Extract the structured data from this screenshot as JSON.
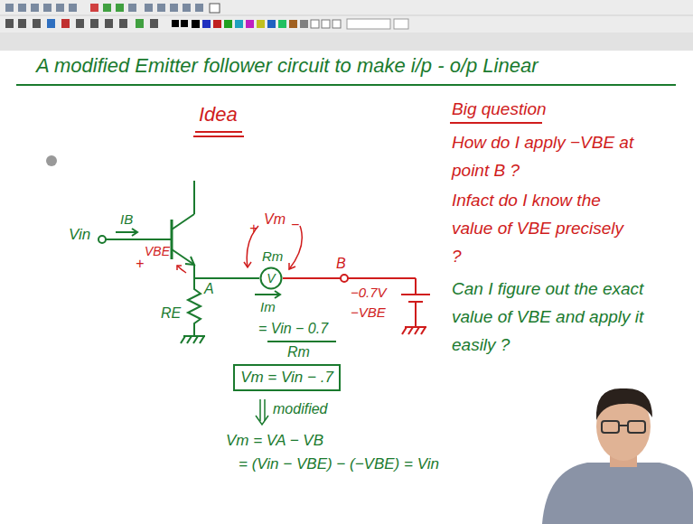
{
  "diagram": {
    "title": "A modified Emitter follower circuit to make i/p - o/p Linear",
    "nodes": [
      {
        "text": [
          "V"
        ]
      },
      {
        "text": [
          "Vm = Vin − .7"
        ]
      }
    ],
    "labels": [
      "Idea",
      "Vin",
      "IB",
      "+",
      "VBE",
      "A",
      "RE",
      "+",
      "Vm",
      "−",
      "Rm",
      "B",
      "−0.7V",
      "−VBE",
      "Im",
      "= Vin − 0.7",
      "Rm",
      "modified",
      "Vm = VA − VB",
      "= (Vin − VBE) − (−VBE) = Vin",
      "Big question",
      "How do I apply −VBE at point B ?",
      "Infact do I know the value of VBE precisely ?",
      "Can I figure out the exact value of VBE and apply it easily ?"
    ]
  }
}
